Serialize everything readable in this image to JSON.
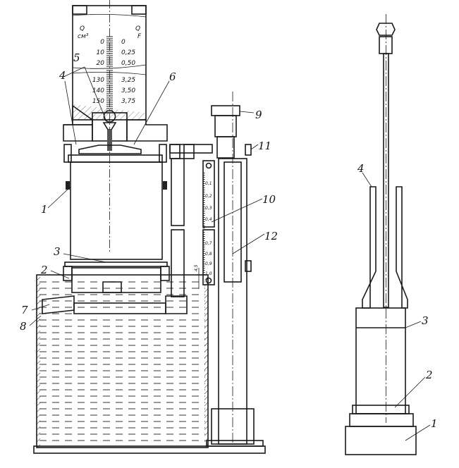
{
  "left_figure": {
    "scale": {
      "left_unit": "Q",
      "left_unit_sub": "см³",
      "right_unit": "Q",
      "right_unit_sub": "F",
      "left_values": [
        "0",
        "10",
        "20",
        "130",
        "140",
        "150"
      ],
      "right_values": [
        "0",
        "0,25",
        "0,50",
        "3,25",
        "3,50",
        "3,75"
      ]
    },
    "ruler_values": [
      "0,1",
      "0,2",
      "0,3",
      "0,4",
      "0,7",
      "0,8",
      "0,9",
      "1,0"
    ],
    "dimension": "4,5",
    "callouts": [
      "1",
      "2",
      "3",
      "4",
      "5",
      "6",
      "7",
      "8",
      "9",
      "10",
      "11",
      "12"
    ]
  },
  "right_figure": {
    "callouts": [
      "1",
      "2",
      "3",
      "4"
    ]
  }
}
